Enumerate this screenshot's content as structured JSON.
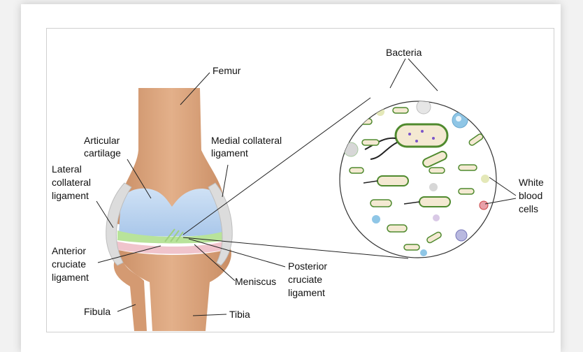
{
  "labels": {
    "femur": "Femur",
    "articular_cartilage_1": "Articular",
    "articular_cartilage_2": "cartilage",
    "lateral_collateral_1": "Lateral",
    "lateral_collateral_2": "collateral",
    "lateral_collateral_3": "ligament",
    "medial_collateral_1": "Medial collateral",
    "medial_collateral_2": "ligament",
    "anterior_cruciate_1": "Anterior",
    "anterior_cruciate_2": "cruciate",
    "anterior_cruciate_3": "ligament",
    "meniscus": "Meniscus",
    "posterior_cruciate_1": "Posterior",
    "posterior_cruciate_2": "cruciate",
    "posterior_cruciate_3": "ligament",
    "fibula": "Fibula",
    "tibia": "Tibia",
    "bacteria": "Bacteria",
    "white_blood_cells_1": "White",
    "white_blood_cells_2": "blood",
    "white_blood_cells_3": "cells"
  },
  "colors": {
    "bone": "#d9a27b",
    "bone_shadow": "#c4875f",
    "cartilage": "#b9d4ef",
    "meniscus": "#f0c4cc",
    "cruciate": "#b8e39a",
    "collateral": "#d9d9d9",
    "bacteria_outline": "#4f8a2e",
    "bacteria_fill": "#f4e9d2"
  }
}
